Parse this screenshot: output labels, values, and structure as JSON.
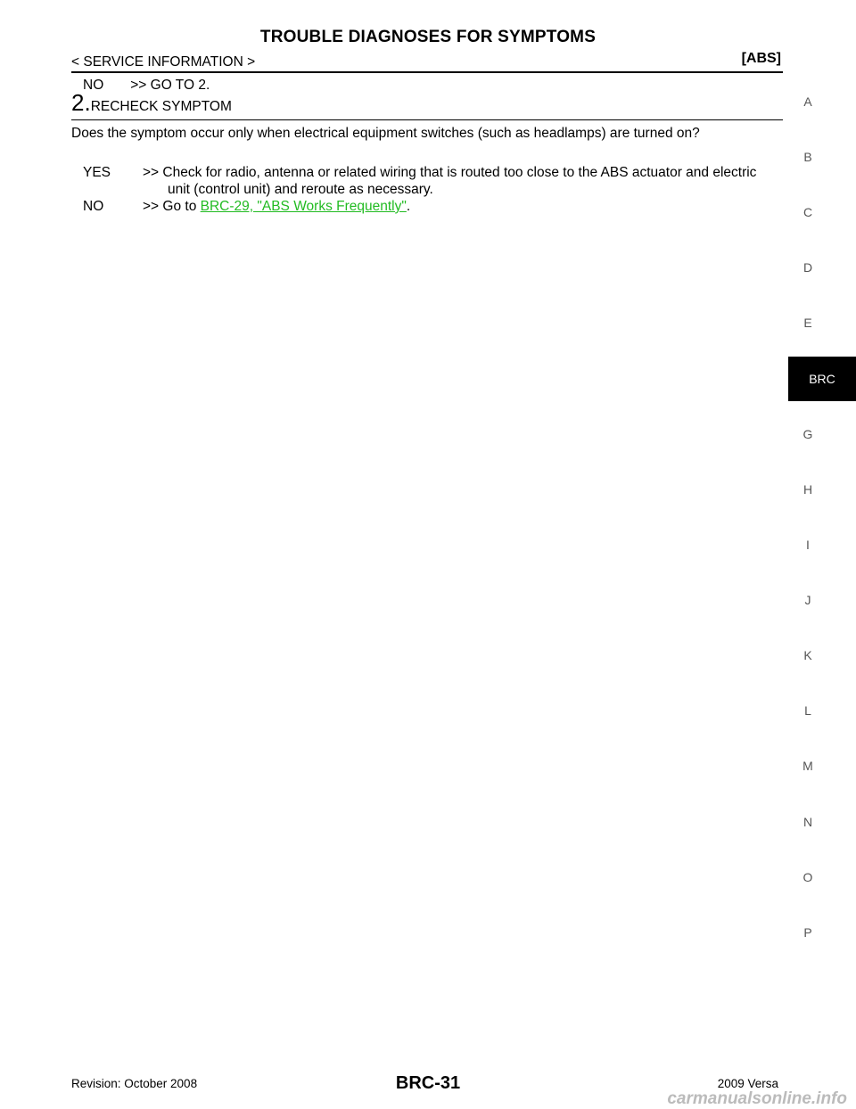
{
  "header": {
    "title": "TROUBLE DIAGNOSES FOR SYMPTOMS",
    "section": "< SERVICE INFORMATION >",
    "tag": "[ABS]"
  },
  "step1": {
    "no_label": "NO",
    "no_text": ">> GO TO 2."
  },
  "step2": {
    "number": "2.",
    "heading": "RECHECK SYMPTOM",
    "question": "Does the symptom occur only when electrical equipment switches (such as headlamps) are turned on?",
    "yes_label": "YES",
    "yes_text_line1": ">> Check for radio, antenna or related wiring that is routed too close to the ABS actuator and electric",
    "yes_text_line2": "unit (control unit) and reroute as necessary.",
    "no_label": "NO",
    "no_prefix": ">> Go to ",
    "no_link": "BRC-29, \"ABS Works Frequently\"",
    "no_suffix": "."
  },
  "sidebar": {
    "letters": [
      "A",
      "B",
      "C",
      "D",
      "E",
      "G",
      "H",
      "I",
      "J",
      "K",
      "L",
      "M",
      "N",
      "O",
      "P"
    ],
    "active": "BRC"
  },
  "footer": {
    "revision": "Revision: October 2008",
    "page_number": "BRC-31",
    "model": "2009 Versa"
  },
  "watermark": "carmanualsonline.info",
  "colors": {
    "link": "#22bb22",
    "active_tab_bg": "#000000"
  }
}
